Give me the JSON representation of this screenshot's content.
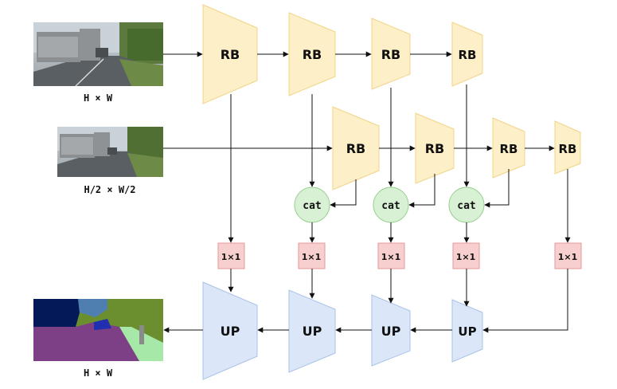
{
  "labels": {
    "rb": "RB",
    "up": "UP",
    "cat": "cat",
    "conv": "1×1",
    "input_full_caption": "H × W",
    "input_half_caption": "H/2 × W/2",
    "output_caption": "H × W"
  },
  "colors": {
    "rb_fill": "#fdf0c8",
    "up_fill": "#dbe7f8",
    "cat_fill": "#d8f0d4",
    "conv_fill": "#f8cfcf"
  }
}
